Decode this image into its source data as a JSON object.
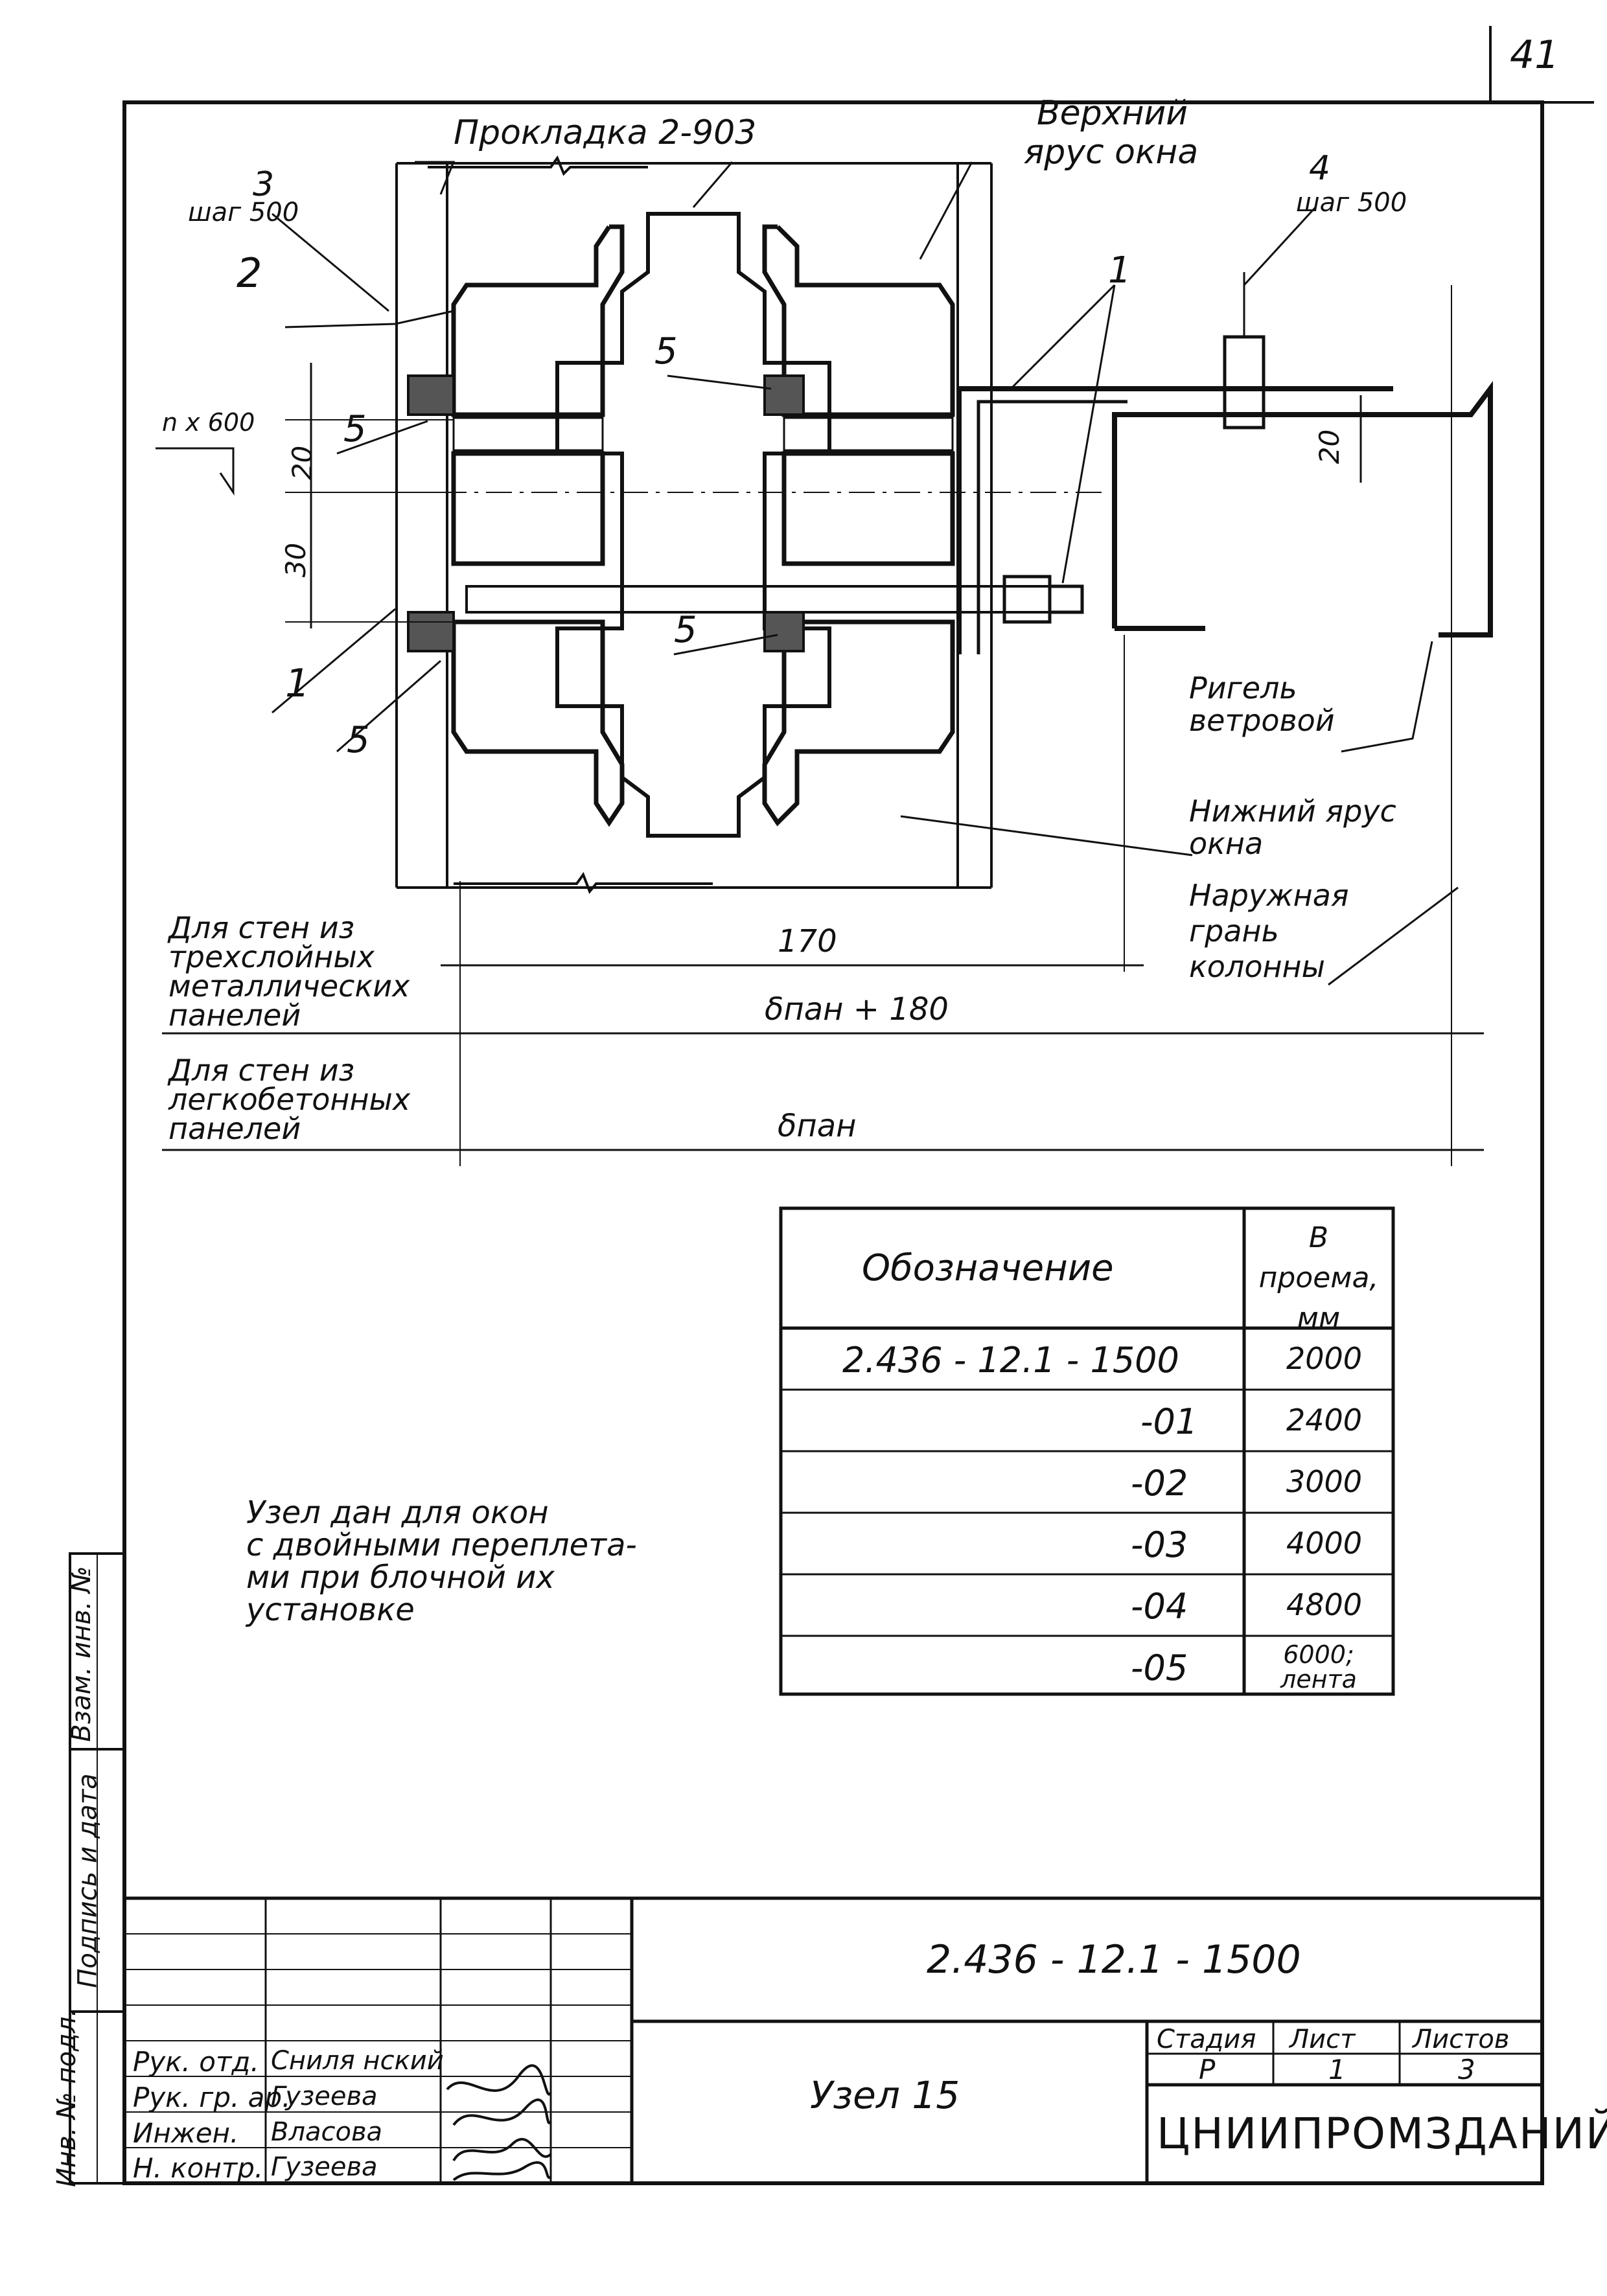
{
  "sheet_number": "41",
  "labels": {
    "gasket": "Прокладка  2-903",
    "upper_tier_1": "Верхний",
    "upper_tier_2": "ярус окна",
    "item3_num": "3",
    "item3_step": "шаг 500",
    "item2_num": "2",
    "item4_num": "4",
    "item4_step": "шаг 500",
    "item1_top": "1",
    "item5_a": "5",
    "item5_b": "5",
    "item5_c": "5",
    "item5_d": "5",
    "item1_left": "1",
    "nx600": "n x 600",
    "dim_20_left": "20",
    "dim_30": "30",
    "dim_20_right": "20",
    "wind_girder_1": "Ригель",
    "wind_girder_2": "ветровой",
    "lower_tier_1": "Нижний ярус",
    "lower_tier_2": "окна",
    "column_face_1": "Наружная",
    "column_face_2": "грань",
    "column_face_3": "колонны",
    "wall3_1": "Для стен из",
    "wall3_2": "трехслойных",
    "wall3_3": "металлических",
    "wall3_4": "панелей",
    "dim_170": "170",
    "dim_bpan180": "δпан + 180",
    "wallc_1": "Для стен из",
    "wallc_2": "легкобетонных",
    "wallc_3": "панелей",
    "dim_bpan": "δпан"
  },
  "note": [
    "Узел дан для окон",
    "с двойными переплета-",
    "ми при блочной их",
    "установке"
  ],
  "spec_table": {
    "header": [
      "Обозначение",
      "В проема, мм"
    ],
    "rows": [
      [
        "2.436 - 12.1 - 1500",
        "2000"
      ],
      [
        "-01",
        "2400"
      ],
      [
        "-02",
        "3000"
      ],
      [
        "-03",
        "4000"
      ],
      [
        "-04",
        "4800"
      ],
      [
        "-05",
        "6000; лента"
      ]
    ]
  },
  "side_stamp": [
    "Инв. № подл.",
    "Подпись и дата",
    "Взам. инв. №"
  ],
  "title_block": {
    "doc_code": "2.436 - 12.1 - 1500",
    "title": "Узел 15",
    "stage_label": "Стадия",
    "sheet_label": "Лист",
    "sheets_label": "Листов",
    "stage": "Р",
    "sheet": "1",
    "sheets": "3",
    "organization": "ЦНИИПРОМЗДАНИЙ",
    "roles": [
      "Рук. отд.",
      "Рук. гр. ар.",
      "Инжен.",
      "Н. контр."
    ],
    "names": [
      "Сниля нский",
      "Гузеева",
      "Власова",
      "Гузеева"
    ]
  }
}
